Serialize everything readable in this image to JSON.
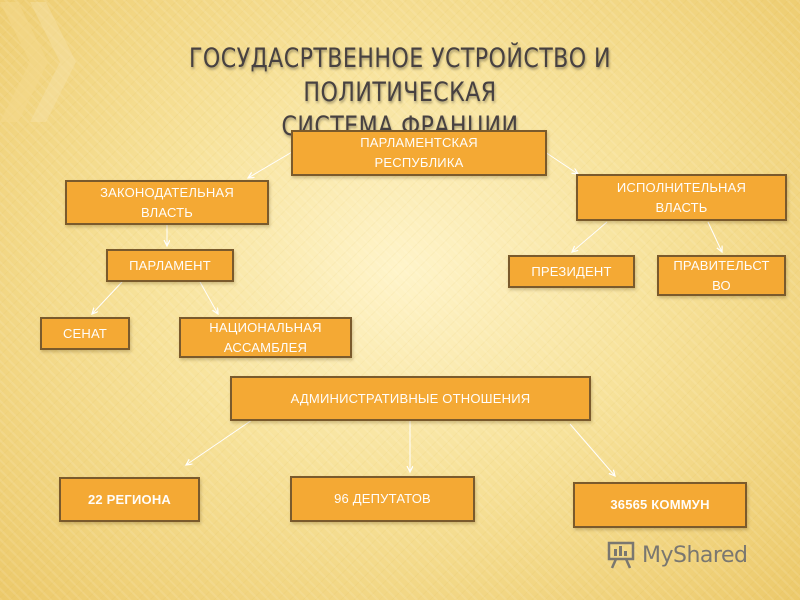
{
  "title": {
    "line1": "ГОСУДАСРТВЕННОЕ УСТРОЙСТВО И ПОЛИТИЧЕСКАЯ",
    "line2": "СИСТЕМА ФРАНЦИИ"
  },
  "nodes": {
    "republic": {
      "line1": "ПАРЛАМЕНТСКАЯ",
      "line2": "РЕСПУБЛИКА"
    },
    "legislative": {
      "line1": "ЗАКОНОДАТЕЛЬНАЯ",
      "line2": "ВЛАСТЬ"
    },
    "executive": {
      "line1": "ИСПОЛНИТЕЛЬНАЯ",
      "line2": "ВЛАСТЬ"
    },
    "parliament": "ПАРЛАМЕНТ",
    "president": "ПРЕЗИДЕНТ",
    "government": {
      "line1": "ПРАВИТЕЛЬСТ",
      "line2": "ВО"
    },
    "senate": "СЕНАТ",
    "assembly": {
      "line1": "НАЦИОНАЛЬНАЯ",
      "line2": "АССАМБЛЕЯ"
    },
    "administrative": "АДМИНИСТРАТИВНЫЕ ОТНОШЕНИЯ",
    "regions": "22 РЕГИОНА",
    "deputies": "96 ДЕПУТАТОВ",
    "communes": "36565 КОММУН"
  },
  "watermark": {
    "text": "MyShared",
    "icon": "presentation-board-icon"
  },
  "colors": {
    "box_fill": "#f4a934",
    "box_border": "#7a5a2c",
    "box_text": "#fffdfa",
    "title_text": "#474141",
    "connector": "#ffffff"
  }
}
